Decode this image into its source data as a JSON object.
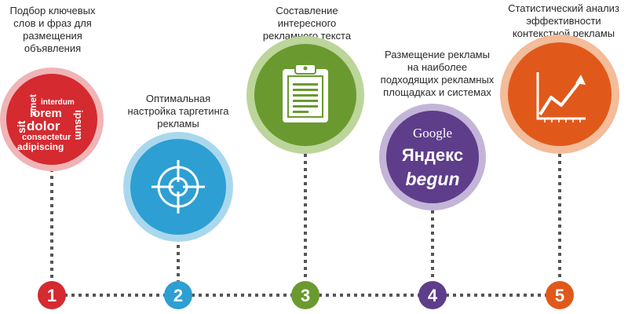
{
  "colors": {
    "red": "#d42a30",
    "blue": "#2d9fd2",
    "green": "#6a9a2f",
    "purple": "#5e3d8a",
    "orange": "#e0591a",
    "connector": "#555555"
  },
  "steps": [
    {
      "number": "1",
      "text": "Подбор ключевых\nслов и фраз для\nразмещения\nобъявления",
      "icon": "word-cloud-icon",
      "word_cloud": [
        "interdum",
        "lorem",
        "dolor",
        "consectetur",
        "adipiscing",
        "sit",
        "amet",
        "ipsum"
      ]
    },
    {
      "number": "2",
      "text": "Оптимальная\nнастройка таргетинга\nрекламы",
      "icon": "crosshair-icon"
    },
    {
      "number": "3",
      "text": "Составление\nинтересного\nрекламного текста",
      "icon": "clipboard-icon"
    },
    {
      "number": "4",
      "text": "Размещение рекламы\nна наиболее\nподходящих рекламных\nплощадках и системах",
      "icon": "ad-platforms-logos",
      "logos": [
        "Google",
        "Яндекс",
        "begun"
      ]
    },
    {
      "number": "5",
      "text": "Статистический анализ\nэффективности\nконтекстной рекламы",
      "icon": "growth-chart-icon"
    }
  ]
}
